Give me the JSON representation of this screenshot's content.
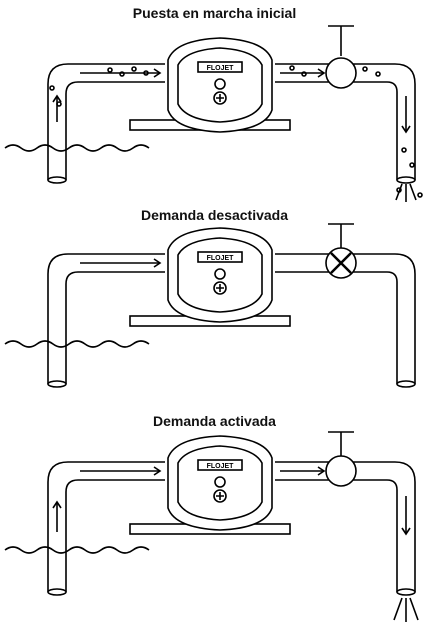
{
  "panels": [
    {
      "title": "Puesta en marcha inicial",
      "state": "priming",
      "valve": "open",
      "brand": "FLOJET"
    },
    {
      "title": "Demanda desactivada",
      "state": "closed",
      "valve": "closed",
      "brand": "FLOJET"
    },
    {
      "title": "Demanda activada",
      "state": "flowing",
      "valve": "open",
      "brand": "FLOJET"
    }
  ],
  "colors": {
    "line": "#000000",
    "background": "#ffffff"
  }
}
